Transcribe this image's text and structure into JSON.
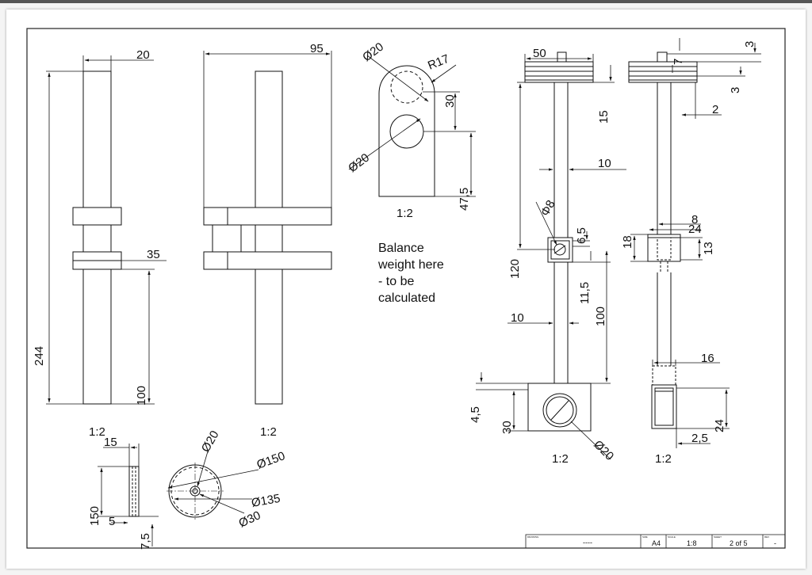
{
  "drawing": {
    "note_lines": [
      "Balance",
      "weight here",
      "- to be",
      "calculated"
    ],
    "scales": {
      "view_bottom_left": "1:2",
      "view_middle": "1:2",
      "view_plate": "1:2",
      "view_front_right": "1:2",
      "view_side_right": "1:2"
    },
    "dims": {
      "d20": "20",
      "d244": "244",
      "d35": "35",
      "d100": "100",
      "d95": "95",
      "dia20_top": "Ø20",
      "r17": "R17",
      "d30_top": "30",
      "dia20_mid": "Ø20",
      "d47_5": "47,5",
      "d50": "50",
      "d15": "15",
      "d10_a": "10",
      "phi8": "Φ8",
      "d6_5": "6,5",
      "d120": "120",
      "d11_5": "11,5",
      "d100_b": "100",
      "d10_b": "10",
      "d4_5": "4,5",
      "d30_bot": "30",
      "dia20_bot": "Ø20",
      "d3_a": "3",
      "d7": "7",
      "d3_b": "3",
      "d2": "2",
      "d8": "8",
      "d24": "24",
      "d18": "18",
      "d13": "13",
      "d16": "16",
      "d2_5": "2,5",
      "d24_b": "24",
      "d15_small": "15",
      "d150": "150",
      "d5": "5",
      "d7_5": "7,5",
      "dia20_disc": "Ø20",
      "dia150": "Ø150",
      "dia135": "Ø135",
      "dia30": "Ø30"
    }
  },
  "title_block": {
    "drawn_label": "DRAWING",
    "drawn_value": "----",
    "size_label": "SIZE",
    "size_value": "A4",
    "scale_label": "SCALE",
    "scale_value": "1:8",
    "sheet_label": "SHEET",
    "sheet_value": "2 of 5",
    "rev_label": "REV",
    "rev_value": "-"
  }
}
